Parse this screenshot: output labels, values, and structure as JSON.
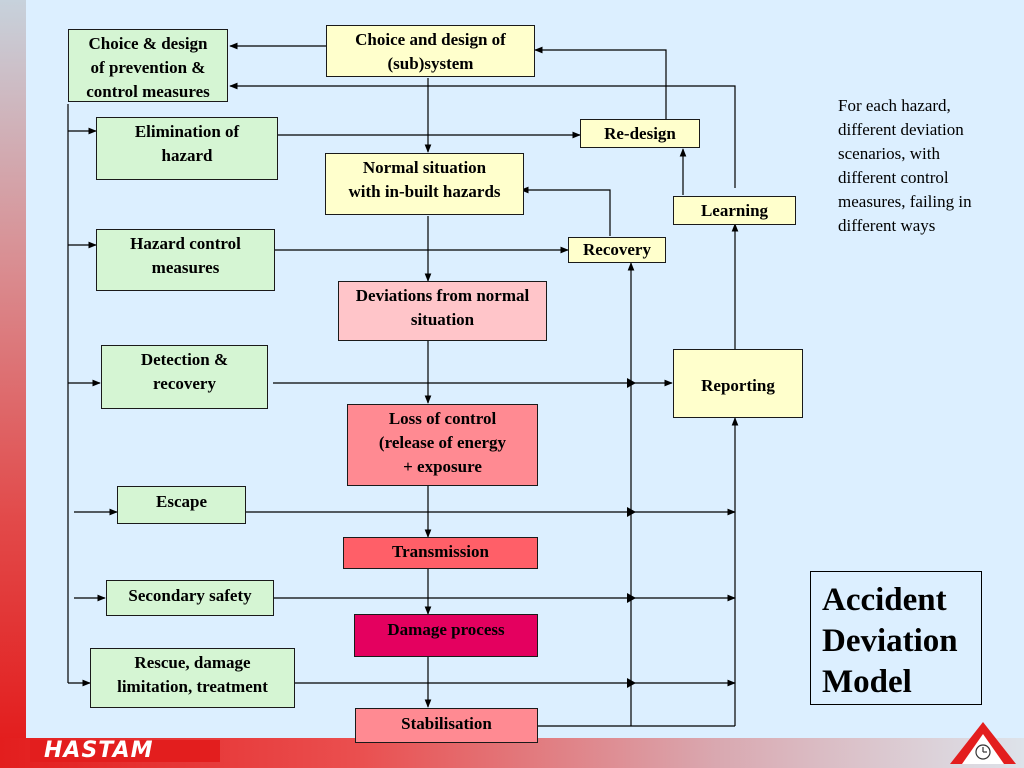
{
  "boxes": {
    "choice_measures": "Choice & design\nof prevention &\ncontrol measures",
    "choice_system": "Choice and design of\n(sub)system",
    "elimination": "Elimination of\nhazard",
    "redesign": "Re-design",
    "normal": "Normal situation\nwith in-built hazards",
    "learning": "Learning",
    "hazard_control": "Hazard control\nmeasures",
    "recovery": "Recovery",
    "deviations": "Deviations from normal\nsituation",
    "detection": "Detection &\nrecovery",
    "reporting": "Reporting",
    "loss": "Loss of control\n(release of energy\n+ exposure",
    "escape": "Escape",
    "transmission": "Transmission",
    "secondary": "Secondary safety",
    "damage": "Damage process",
    "rescue": "Rescue, damage\nlimitation, treatment",
    "stabilisation": "Stabilisation"
  },
  "note": "For each hazard,\ndifferent deviation\nscenarios, with\ndifferent control\nmeasures, failing in\ndifferent ways",
  "title_lines": [
    "Accident",
    "Deviation",
    "Model"
  ],
  "logo": "HASTAM",
  "colors": {
    "background": "#dcefff",
    "green_box": "#d5f5d3",
    "yellow_box": "#ffffcc",
    "deviation_box": "#ffc5c9",
    "loss_box": "#ff8a92",
    "transmission_box": "#ff5f68",
    "damage_box": "#e4005f",
    "brand_red": "#e31e1e"
  }
}
